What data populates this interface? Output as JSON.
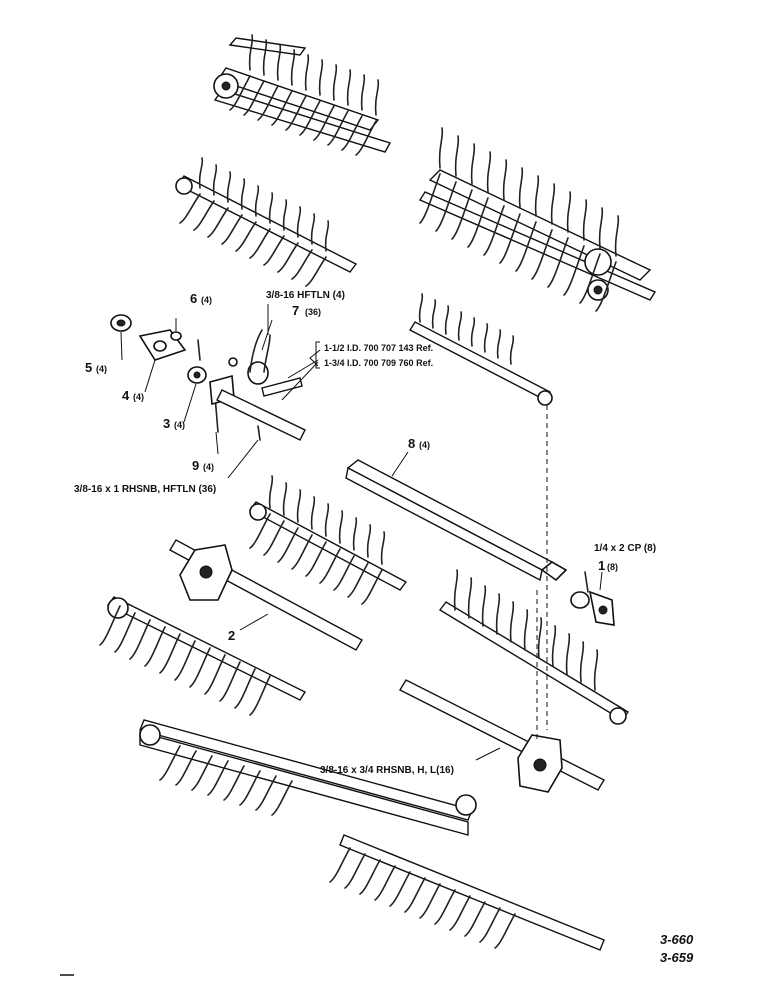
{
  "callouts": {
    "c1": {
      "num": "1",
      "qty": "(8)"
    },
    "c2": {
      "num": "2",
      "qty": ""
    },
    "c3": {
      "num": "3",
      "qty": "(4)"
    },
    "c4": {
      "num": "4",
      "qty": "(4)"
    },
    "c5": {
      "num": "5",
      "qty": "(4)"
    },
    "c6": {
      "num": "6",
      "qty": "(4)"
    },
    "c7": {
      "num": "7",
      "qty": "(36)"
    },
    "c8": {
      "num": "8",
      "qty": "(4)"
    },
    "c9": {
      "num": "9",
      "qty": "(4)"
    }
  },
  "notes": {
    "hftln": "3/8-16 HFTLN (4)",
    "id_small": "1-1/2 I.D.  700 707 143 Ref.",
    "id_large": "1-3/4 I.D.  700 709 760 Ref.",
    "rhsnb_hftln": "3/8-16 x 1  RHSNB, HFTLN (36)",
    "cotter_pin": "1/4 x 2 CP (8)",
    "rhsnb_hl": "3/8-16 x 3/4 RHSNB, H, L(16)"
  },
  "figure_ids": [
    "3-660",
    "3-659"
  ]
}
